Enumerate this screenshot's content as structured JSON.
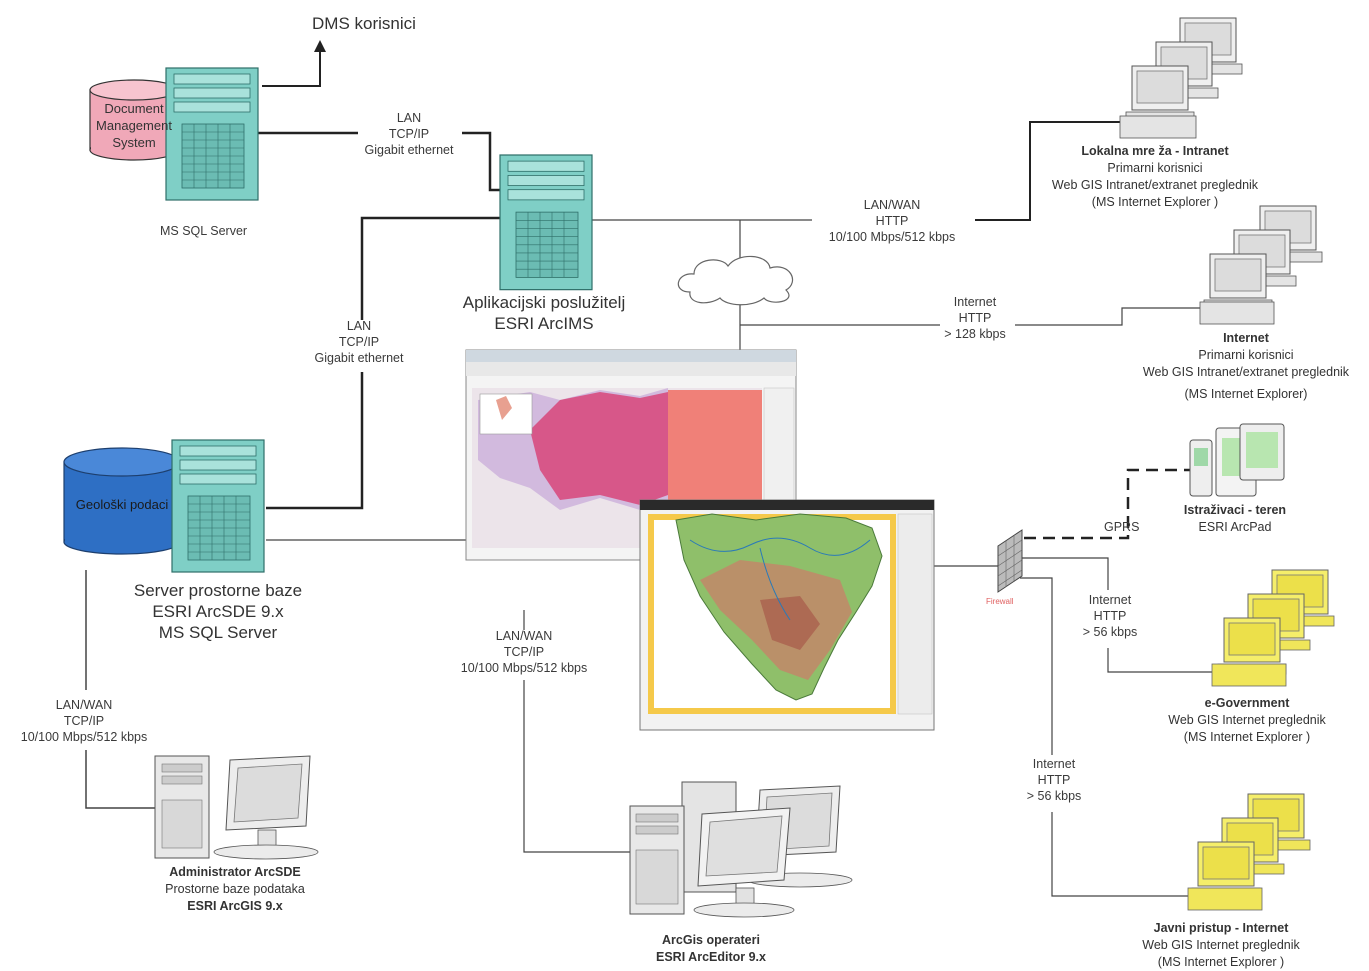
{
  "dms_users": "DMS korisnici",
  "dms_cylinder": [
    "Document",
    "Management",
    "System"
  ],
  "ms_sql_caption": "MS SQL Server",
  "link_top": [
    "LAN",
    "TCP/IP",
    "Gigabit ethernet"
  ],
  "app_server": [
    "Aplikacijski poslužitelj",
    "ESRI ArcIMS"
  ],
  "link_left": [
    "LAN",
    "TCP/IP",
    "Gigabit ethernet"
  ],
  "geo_cylinder": "Geološki podaci",
  "spatial_server": [
    "Server prostorne baze",
    "ESRI ArcSDE 9.x",
    "MS SQL Server"
  ],
  "link_admin": [
    "LAN/WAN",
    "TCP/IP",
    "10/100 Mbps/512 kbps"
  ],
  "admin": {
    "title": "Administrator  ArcSDE",
    "sub": "Prostorne baze podataka",
    "app": "ESRI ArcGIS  9.x"
  },
  "link_center": [
    "LAN/WAN",
    "TCP/IP",
    "10/100 Mbps/512 kbps"
  ],
  "operators": {
    "title": "ArcGis  operateri",
    "app": "ESRI ArcEditor  9.x"
  },
  "link_lanwan": [
    "LAN/WAN",
    "HTTP",
    "10/100  Mbps/512 kbps"
  ],
  "intranet": {
    "title": "Lokalna mre ža - Intranet",
    "l1": "Primarni korisnici",
    "l2": "Web GIS  Intranet/extranet  preglednik",
    "l3": "(MS  Internet  Explorer )"
  },
  "link_internet1": [
    "Internet",
    "HTTP",
    "> 128 kbps"
  ],
  "internet": {
    "title": "Internet",
    "l1": "Primarni korisnici",
    "l2": "Web GIS  Intranet/extranet  preglednik",
    "l3": "(MS  Internet  Explorer)"
  },
  "gprs": "GPRS",
  "field": {
    "title": "Istraživaci  - teren",
    "app": "ESRI ArcPad"
  },
  "firewall": "Firewall",
  "link_internet2": [
    "Internet",
    "HTTP",
    "> 56 kbps"
  ],
  "egov": {
    "title": "e-Government",
    "l1": "Web GIS  Internet preglednik",
    "l2": "(MS  Internet  Explorer )"
  },
  "link_internet3": [
    "Internet",
    "HTTP",
    "> 56 kbps"
  ],
  "public": {
    "title": "Javni pristup  -  Internet",
    "l1": "Web GIS  Internet preglednik",
    "l2": "(MS  Internet  Explorer )"
  },
  "colors": {
    "server": "#7fcfc6",
    "server_dark": "#3d8c85",
    "dms_cyl": "#f0a8b8",
    "geo_cyl": "#2e6fc4",
    "workstation": "#e6e6e6",
    "yellow_ws": "#f2e94e"
  }
}
